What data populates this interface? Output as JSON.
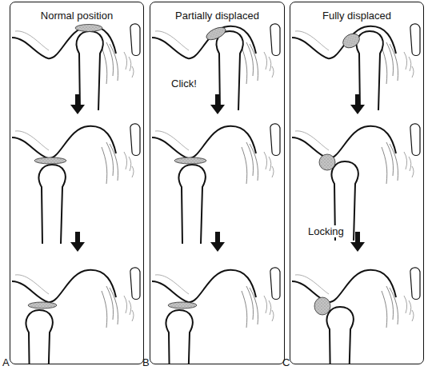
{
  "diagram": {
    "nodes": [
      {
        "text": [
          "Normal position"
        ]
      },
      {
        "text": [
          "Partially displaced"
        ]
      },
      {
        "text": [
          "Fully displaced"
        ]
      }
    ],
    "labels": [
      "Click!",
      "Locking",
      "A",
      "B",
      "C"
    ]
  }
}
